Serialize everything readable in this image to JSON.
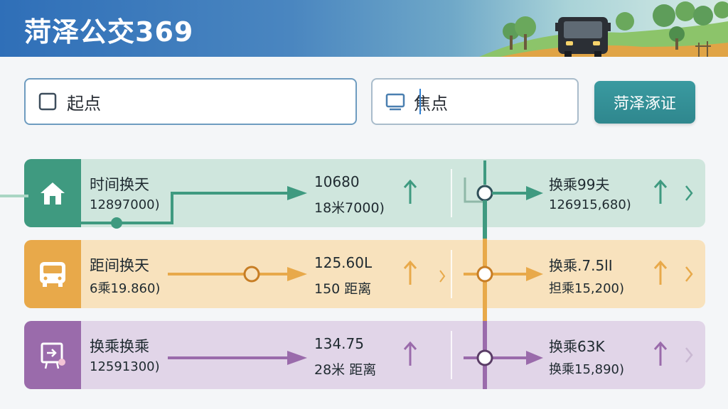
{
  "header": {
    "title": "菏泽公交369"
  },
  "search": {
    "start_placeholder": "起点",
    "end_value": "焦点",
    "query_label": "菏泽涿证"
  },
  "routes": [
    {
      "icon": "home-icon",
      "color": "#3f9a80",
      "title": "时间换天",
      "sub": "12897000)",
      "mid_top": "10680",
      "mid_bottom": "18米7000)",
      "right_top": "换乘99夫",
      "right_bottom": "126915,680)"
    },
    {
      "icon": "bus-icon",
      "color": "#e8a94a",
      "title": "距间换天",
      "sub": "6乘19.860)",
      "mid_top": "125.60L",
      "mid_bottom": "150 距离",
      "right_top": "换乘.7.5lI",
      "right_bottom": "担乘15,200)"
    },
    {
      "icon": "transfer-board-icon",
      "color": "#9a6bab",
      "title": "换乘换乘",
      "sub": "12591300)",
      "mid_top": "134.75",
      "mid_bottom": "28米 距离",
      "right_top": "换乘63K",
      "right_bottom": "换乘15,890)"
    }
  ]
}
